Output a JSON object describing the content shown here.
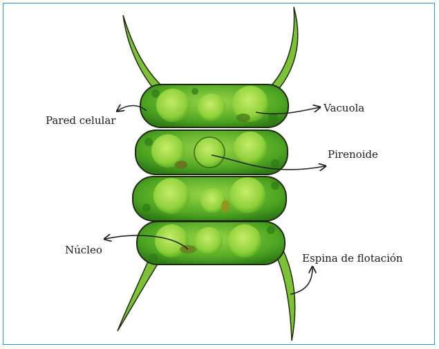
{
  "labels": {
    "pared_celular": "Pared celular",
    "vacuola": "Vacuola",
    "pirenoide": "Pirenoide",
    "nucleo": "Núcleo",
    "espina": "Espina de flotación"
  },
  "colors": {
    "frame_border": "#2e8fd6",
    "cell_green": "#3f9a1f",
    "cell_light": "#8fd13a",
    "spine": "#7cc234",
    "outline": "#1f2a12",
    "arrow": "#222222"
  }
}
